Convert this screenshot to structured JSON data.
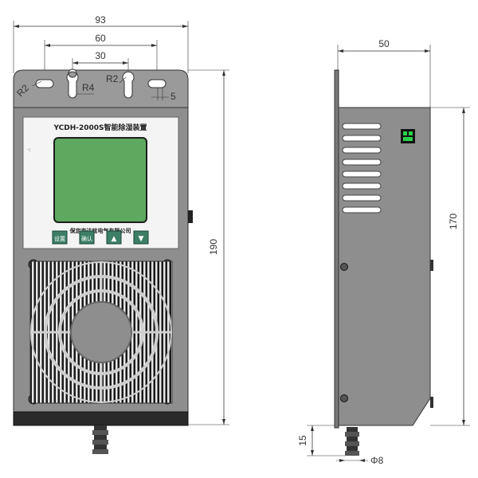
{
  "dimensions": {
    "width_overall": "93",
    "width_holes": "60",
    "width_keyholes": "30",
    "radius_small": "R2",
    "radius_r4": "R4",
    "radius_r2b": "R2",
    "slot_dim": "5",
    "height_overall": "190",
    "depth": "50",
    "side_height": "170",
    "nozzle_length": "15",
    "nozzle_diameter": "Φ8"
  },
  "device": {
    "model_label": "YCDH-2000S智能除湿装置",
    "company_label": "保定市达炫电气有限公司",
    "buttons": [
      {
        "label": "设置"
      },
      {
        "label": "确认"
      },
      {
        "label": "▲"
      },
      {
        "label": "▼"
      }
    ]
  },
  "colors": {
    "body": "#8e8e8e",
    "panel": "#f4f4f4",
    "lcd": "#5fa85f",
    "button": "#3c7f66",
    "base": "#2a2a2a"
  }
}
